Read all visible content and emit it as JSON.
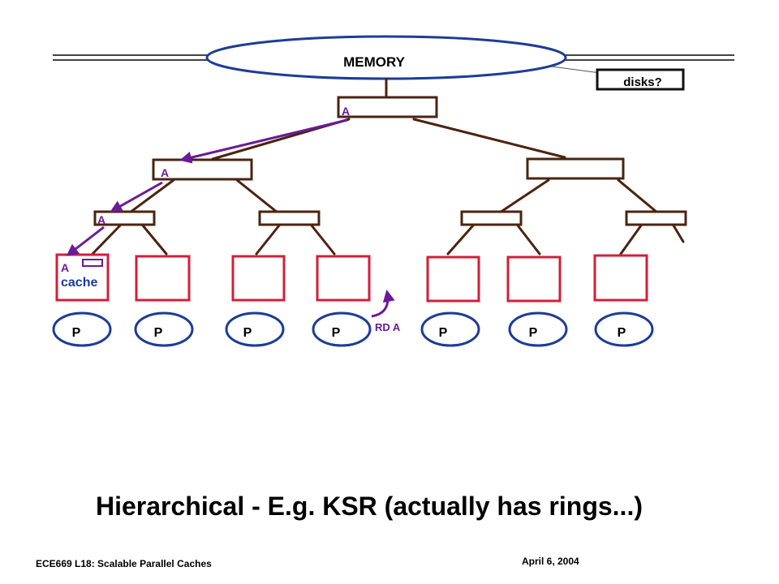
{
  "diagram": {
    "memory_label": "MEMORY",
    "disks_label": "disks?",
    "cache_label": "cache",
    "processor_label": "P",
    "addr_root": "A",
    "addr_level1": "A",
    "addr_level2": "A",
    "addr_cache": "A",
    "read_request": "RD A",
    "colors": {
      "tree": "#4a2410",
      "cache_box": "#d0203a",
      "processor": "#1e3c96",
      "arrow": "#6a1a9a",
      "cache_text": "#1e3c96"
    }
  },
  "title": "Hierarchical - E.g. KSR (actually has rings...)",
  "footer": {
    "course": "ECE669  L18: Scalable Parallel Caches",
    "date": "April 6, 2004"
  }
}
